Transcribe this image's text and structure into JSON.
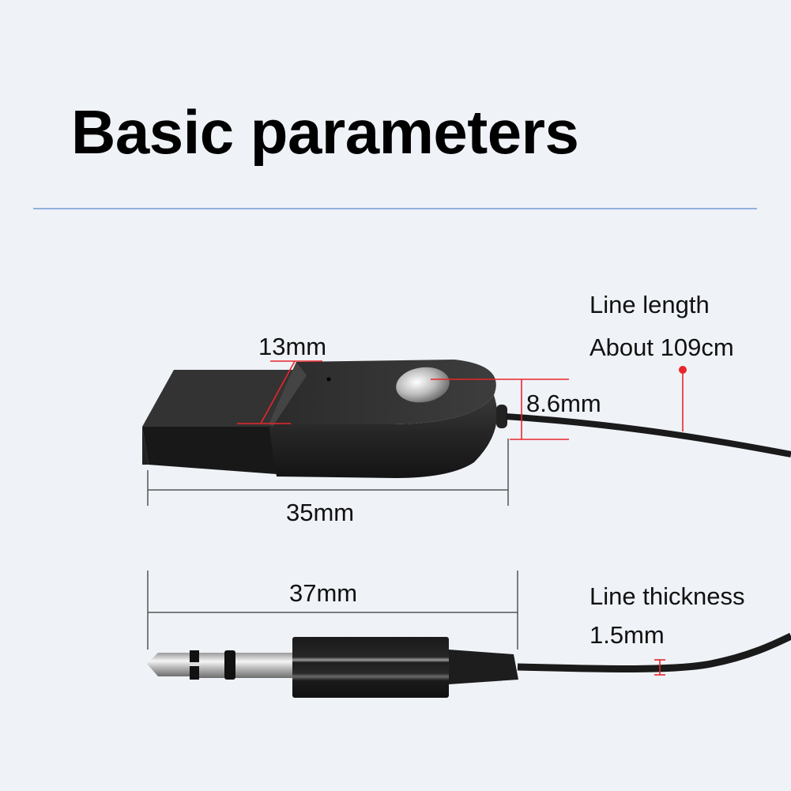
{
  "header": {
    "title": "Basic parameters"
  },
  "colors": {
    "background": "#eff2f7",
    "divider": "#8fb1dc",
    "dimension_red": "#e8262b",
    "dimension_gray": "#555555",
    "device_black": "#1c1c1c"
  },
  "usb_adapter": {
    "width_label": "13mm",
    "length_label": "35mm",
    "height_label": "8.6mm"
  },
  "cable": {
    "length_title": "Line length",
    "length_value": "About 109cm",
    "thickness_title": "Line thickness",
    "thickness_value": "1.5mm"
  },
  "audio_jack": {
    "length_label": "37mm"
  }
}
